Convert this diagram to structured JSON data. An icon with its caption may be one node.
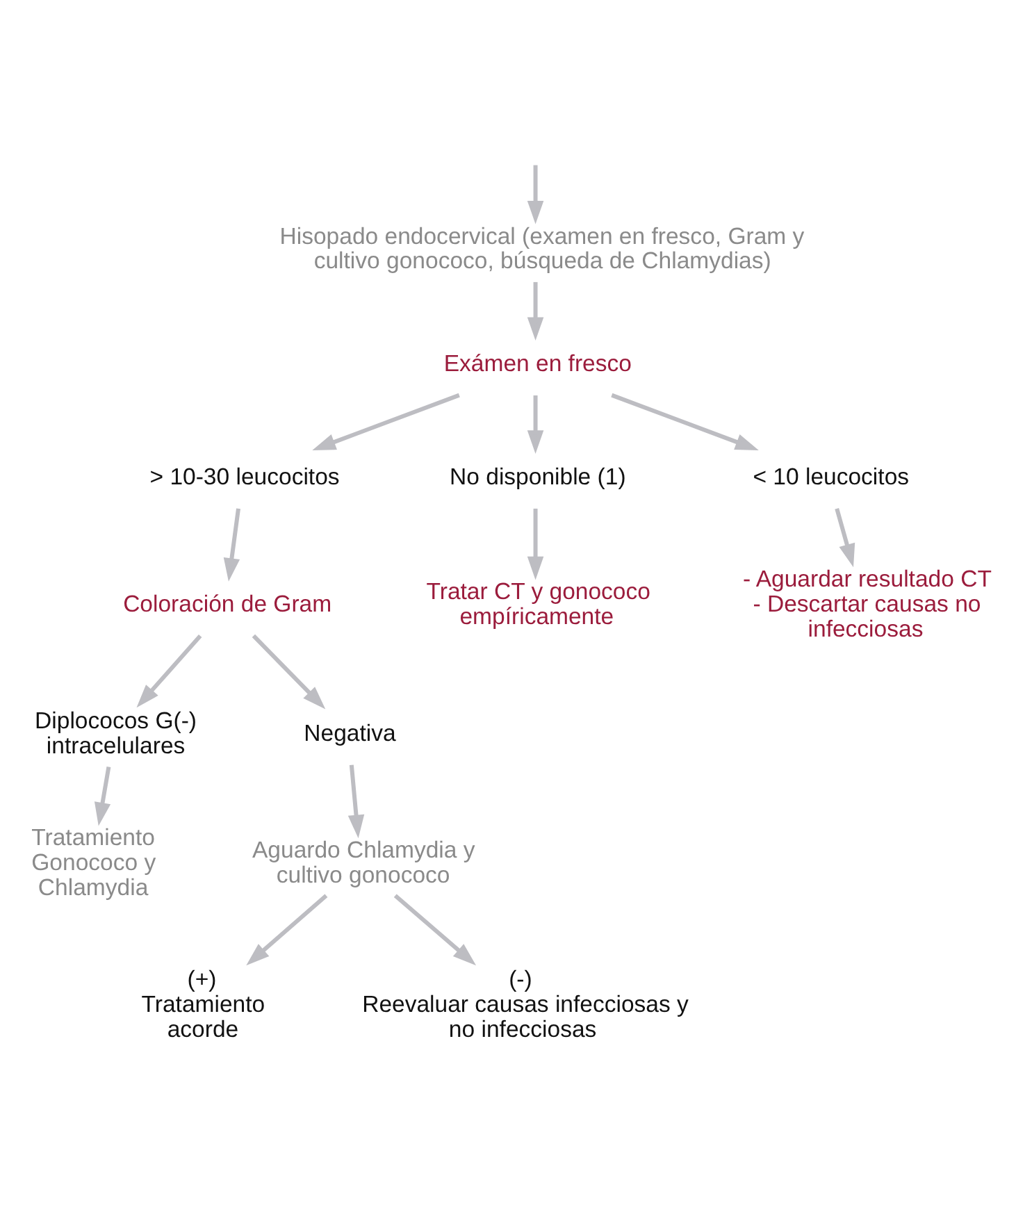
{
  "diagram": {
    "nodes": [
      {
        "text": [
          "Hisopado endocervical (examen en fresco, Gram y cultivo gonococo, búsqueda de Chlamydias)"
        ]
      },
      {
        "text": [
          "Exámen en fresco"
        ]
      },
      {
        "text": [
          "> 10-30 leucocitos"
        ]
      },
      {
        "text": [
          "No disponible (1)"
        ]
      },
      {
        "text": [
          "< 10 leucocitos"
        ]
      },
      {
        "text": [
          "Coloración de Gram"
        ]
      },
      {
        "text": [
          "Tratar CT y gonococo empíricamente"
        ]
      },
      {
        "text": [
          "- Aguardar resultado CT",
          "- Descartar causas no infecciosas"
        ]
      },
      {
        "text": [
          "Diplococos G(-) intracelulares"
        ]
      },
      {
        "text": [
          "Negativa"
        ]
      },
      {
        "text": [
          "Tratamiento Gonococo y Chlamydia"
        ]
      },
      {
        "text": [
          "Aguardo Chlamydia y cultivo gonococo"
        ]
      },
      {
        "text": [
          "(+)",
          "Tratamiento acorde"
        ]
      },
      {
        "text": [
          "(-)",
          "Reevaluar causas infecciosas y no infecciosas"
        ]
      }
    ],
    "edges": [
      {
        "from": null,
        "to": 0,
        "arrow": "to"
      },
      {
        "from": 0,
        "to": 1,
        "arrow": "to"
      },
      {
        "from": 1,
        "to": 2,
        "arrow": "to"
      },
      {
        "from": 1,
        "to": 3,
        "arrow": "to"
      },
      {
        "from": 1,
        "to": 4,
        "arrow": "to"
      },
      {
        "from": 2,
        "to": 5,
        "arrow": "to"
      },
      {
        "from": 3,
        "to": 6,
        "arrow": "to"
      },
      {
        "from": 4,
        "to": 7,
        "arrow": "to"
      },
      {
        "from": 5,
        "to": 8,
        "arrow": "to"
      },
      {
        "from": 5,
        "to": 9,
        "arrow": "to"
      },
      {
        "from": 8,
        "to": 10,
        "arrow": "to"
      },
      {
        "from": 9,
        "to": 11,
        "arrow": "to"
      },
      {
        "from": 11,
        "to": 12,
        "arrow": "to"
      },
      {
        "from": 11,
        "to": 13,
        "arrow": "to"
      }
    ]
  }
}
